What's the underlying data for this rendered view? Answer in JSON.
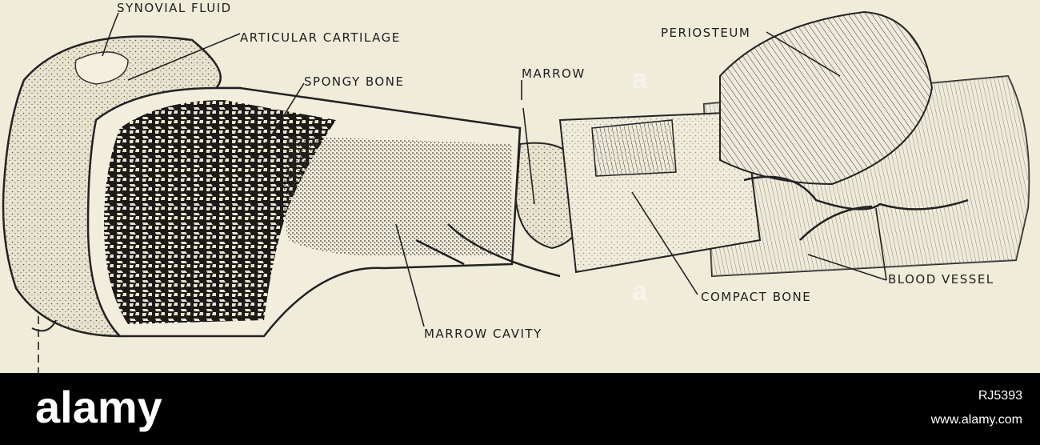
{
  "labels": {
    "synovial_fluid": "SYNOVIAL FLUID",
    "articular_cartilage": "ARTICULAR CARTILAGE",
    "spongy_bone": "SPONGY BONE",
    "marrow": "MARROW",
    "periosteum": "PERIOSTEUM",
    "blood_vessel": "BLOOD VESSEL",
    "compact_bone": "COMPACT BONE",
    "marrow_cavity": "MARROW CAVITY"
  },
  "footer": {
    "logo_text": "alamy",
    "image_code": "RJ5393",
    "url": "www.alamy.com"
  },
  "colors": {
    "paper": "#efecda",
    "ink": "#202020",
    "footer_bg": "#000000",
    "footer_text": "#ffffff"
  }
}
